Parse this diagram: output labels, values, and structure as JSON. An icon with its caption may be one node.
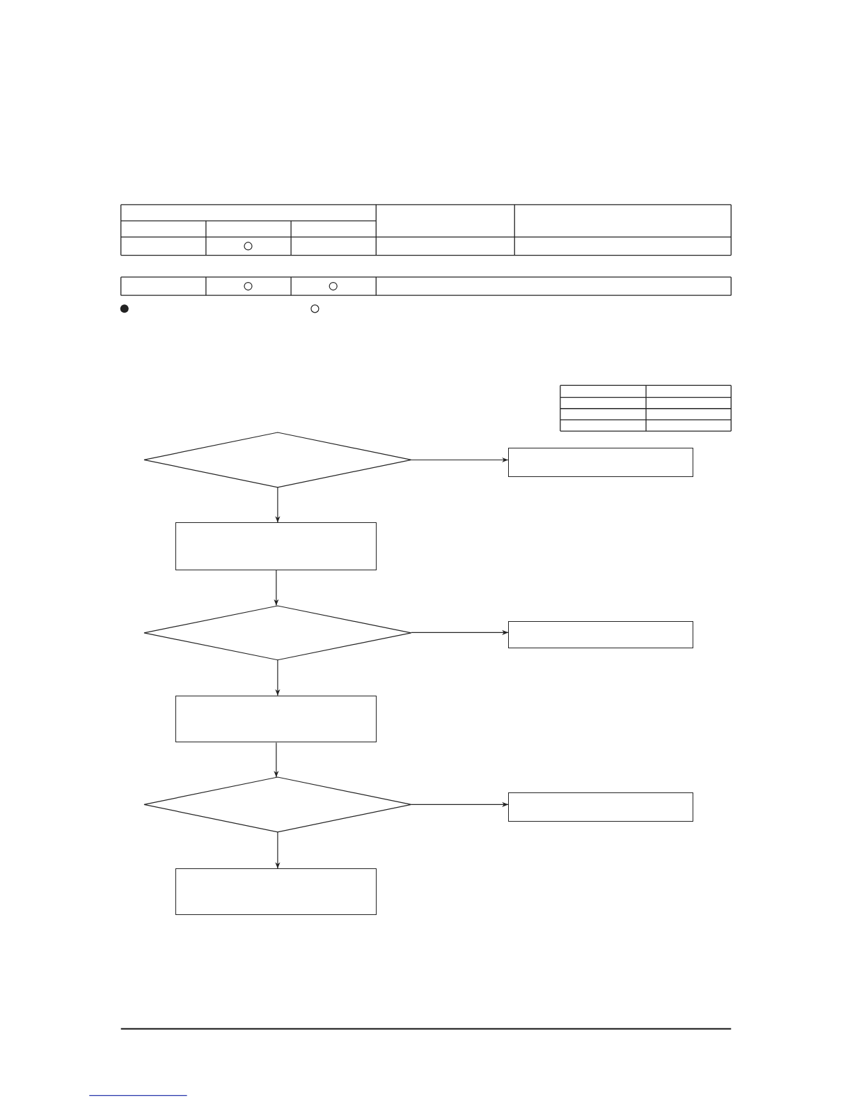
{
  "diagram": {
    "nodes": [
      {
        "text": [],
        "shape": "diamond"
      },
      {
        "text": [],
        "shape": "box"
      },
      {
        "text": [],
        "shape": "box"
      },
      {
        "text": [],
        "shape": "diamond"
      },
      {
        "text": [],
        "shape": "box"
      },
      {
        "text": [],
        "shape": "box"
      },
      {
        "text": [],
        "shape": "diamond"
      },
      {
        "text": [],
        "shape": "box"
      },
      {
        "text": [],
        "shape": "box"
      }
    ],
    "edges": [
      {
        "from": 0,
        "to": 1,
        "arrow": "to"
      },
      {
        "from": 0,
        "to": 2,
        "arrow": "to"
      },
      {
        "from": 2,
        "to": 3,
        "arrow": "to"
      },
      {
        "from": 3,
        "to": 4,
        "arrow": "to"
      },
      {
        "from": 3,
        "to": 5,
        "arrow": "to"
      },
      {
        "from": 5,
        "to": 6,
        "arrow": "to"
      },
      {
        "from": 6,
        "to": 7,
        "arrow": "to"
      },
      {
        "from": 6,
        "to": 8,
        "arrow": "to"
      }
    ]
  }
}
